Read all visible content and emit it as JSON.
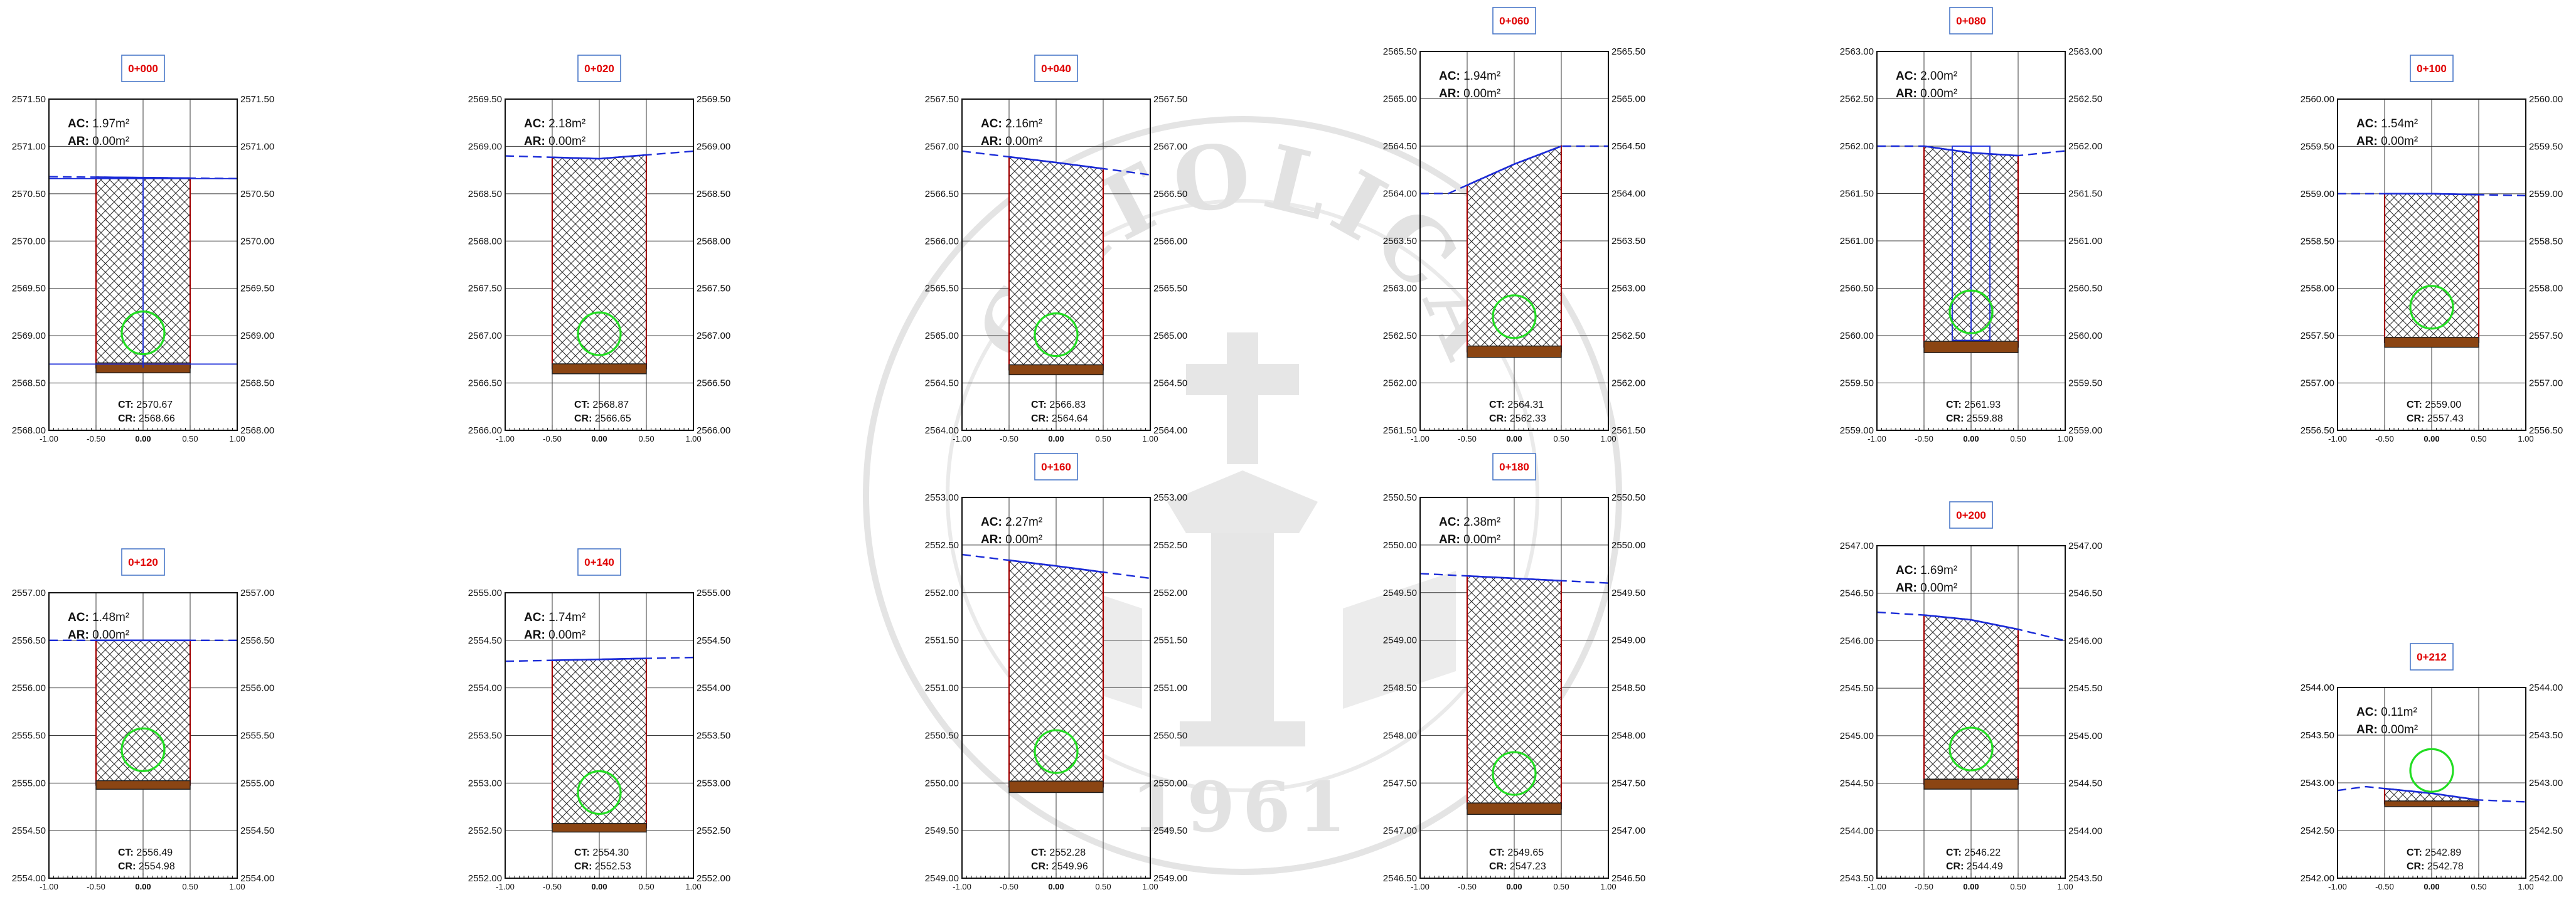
{
  "watermark": {
    "arc_text": "CATOLICA",
    "year": "1961"
  },
  "x_ticks": [
    "-1.00",
    "-0.50",
    "0.00",
    "0.50",
    "1.00"
  ],
  "chart_data": [
    {
      "type": "area",
      "station": "0+000",
      "ylim": [
        2568.0,
        2571.5
      ],
      "step": 0.5,
      "yticks": [
        "2568.00",
        "2568.50",
        "2569.00",
        "2569.50",
        "2570.00",
        "2570.50",
        "2571.00",
        "2571.50"
      ],
      "ac": "1.97m²",
      "ar": "0.00m²",
      "ct": "2570.67",
      "cr": "2568.66",
      "ground": {
        "x": [
          -1.0,
          1.0
        ],
        "y": [
          2570.68,
          2570.66
        ]
      },
      "circle_y": 2569.03,
      "blue_outline": true
    },
    {
      "type": "area",
      "station": "0+020",
      "ylim": [
        2566.0,
        2569.5
      ],
      "step": 0.5,
      "yticks": [
        "2566.00",
        "2566.50",
        "2567.00",
        "2567.50",
        "2568.00",
        "2568.50",
        "2569.00",
        "2569.50"
      ],
      "ac": "2.18m²",
      "ar": "0.00m²",
      "ct": "2568.87",
      "cr": "2566.65",
      "ground": {
        "x": [
          -1.0,
          0.0,
          1.0
        ],
        "y": [
          2568.9,
          2568.87,
          2568.95
        ]
      },
      "circle_y": 2567.02
    },
    {
      "type": "area",
      "station": "0+040",
      "ylim": [
        2564.0,
        2567.5
      ],
      "step": 0.5,
      "yticks": [
        "2564.00",
        "2564.50",
        "2565.00",
        "2565.50",
        "2566.00",
        "2566.50",
        "2567.00",
        "2567.50"
      ],
      "ac": "2.16m²",
      "ar": "0.00m²",
      "ct": "2566.83",
      "cr": "2564.64",
      "ground": {
        "x": [
          -1.0,
          0.0,
          1.0
        ],
        "y": [
          2566.95,
          2566.83,
          2566.7
        ]
      },
      "circle_y": 2565.01
    },
    {
      "type": "area",
      "station": "0+060",
      "ylim": [
        2561.5,
        2565.5
      ],
      "step": 0.5,
      "yticks": [
        "2561.50",
        "2562.00",
        "2562.50",
        "2563.00",
        "2563.50",
        "2564.00",
        "2564.50",
        "2565.00",
        "2565.50"
      ],
      "ac": "1.94m²",
      "ar": "0.00m²",
      "ct": "2564.31",
      "cr": "2562.33",
      "ground": {
        "x": [
          -1.0,
          -0.7,
          0.0,
          0.5,
          1.0
        ],
        "y": [
          2564.0,
          2564.0,
          2564.31,
          2564.5,
          2564.5
        ]
      },
      "circle_y": 2562.7
    },
    {
      "type": "area",
      "station": "0+080",
      "ylim": [
        2559.0,
        2563.0
      ],
      "step": 0.5,
      "yticks": [
        "2559.00",
        "2559.50",
        "2560.00",
        "2560.50",
        "2561.00",
        "2561.50",
        "2562.00",
        "2562.50",
        "2563.00"
      ],
      "ac": "2.00m²",
      "ar": "0.00m²",
      "ct": "2561.93",
      "cr": "2559.88",
      "ground": {
        "x": [
          -1.0,
          -0.5,
          0.0,
          0.5,
          1.0
        ],
        "y": [
          2562.0,
          2562.0,
          2561.93,
          2561.9,
          2561.95
        ]
      },
      "circle_y": 2560.25,
      "blue_rect": true
    },
    {
      "type": "area",
      "station": "0+100",
      "ylim": [
        2556.5,
        2560.0
      ],
      "step": 0.5,
      "yticks": [
        "2556.50",
        "2557.00",
        "2557.50",
        "2558.00",
        "2558.50",
        "2559.00",
        "2559.50",
        "2560.00"
      ],
      "ac": "1.54m²",
      "ar": "0.00m²",
      "ct": "2559.00",
      "cr": "2557.43",
      "ground": {
        "x": [
          -1.0,
          0.0,
          1.0
        ],
        "y": [
          2559.0,
          2559.0,
          2558.98
        ]
      },
      "circle_y": 2557.8
    },
    {
      "type": "area",
      "station": "0+120",
      "ylim": [
        2554.0,
        2557.0
      ],
      "step": 0.5,
      "yticks": [
        "2554.00",
        "2554.50",
        "2555.00",
        "2555.50",
        "2556.00",
        "2556.50",
        "2557.00"
      ],
      "ac": "1.48m²",
      "ar": "0.00m²",
      "ct": "2556.49",
      "cr": "2554.98",
      "ground": {
        "x": [
          -1.0,
          1.0
        ],
        "y": [
          2556.5,
          2556.5
        ]
      },
      "circle_y": 2555.35
    },
    {
      "type": "area",
      "station": "0+140",
      "ylim": [
        2552.0,
        2555.0
      ],
      "step": 0.5,
      "yticks": [
        "2552.00",
        "2552.50",
        "2553.00",
        "2553.50",
        "2554.00",
        "2554.50",
        "2555.00"
      ],
      "ac": "1.74m²",
      "ar": "0.00m²",
      "ct": "2554.30",
      "cr": "2552.53",
      "ground": {
        "x": [
          -1.0,
          1.0
        ],
        "y": [
          2554.28,
          2554.32
        ]
      },
      "circle_y": 2552.9
    },
    {
      "type": "area",
      "station": "0+160",
      "ylim": [
        2549.0,
        2553.0
      ],
      "step": 0.5,
      "yticks": [
        "2549.00",
        "2549.50",
        "2550.00",
        "2550.50",
        "2551.00",
        "2551.50",
        "2552.00",
        "2552.50",
        "2553.00"
      ],
      "ac": "2.27m²",
      "ar": "0.00m²",
      "ct": "2552.28",
      "cr": "2549.96",
      "ground": {
        "x": [
          -1.0,
          0.0,
          1.0
        ],
        "y": [
          2552.4,
          2552.28,
          2552.15
        ]
      },
      "circle_y": 2550.33
    },
    {
      "type": "area",
      "station": "0+180",
      "ylim": [
        2546.5,
        2550.5
      ],
      "step": 0.5,
      "yticks": [
        "2546.50",
        "2547.00",
        "2547.50",
        "2548.00",
        "2548.50",
        "2549.00",
        "2549.50",
        "2550.00",
        "2550.50"
      ],
      "ac": "2.38m²",
      "ar": "0.00m²",
      "ct": "2549.65",
      "cr": "2547.23",
      "ground": {
        "x": [
          -1.0,
          0.0,
          1.0
        ],
        "y": [
          2549.7,
          2549.65,
          2549.6
        ]
      },
      "circle_y": 2547.6
    },
    {
      "type": "area",
      "station": "0+200",
      "ylim": [
        2543.5,
        2547.0
      ],
      "step": 0.5,
      "yticks": [
        "2543.50",
        "2544.00",
        "2544.50",
        "2545.00",
        "2545.50",
        "2546.00",
        "2546.50",
        "2547.00"
      ],
      "ac": "1.69m²",
      "ar": "0.00m²",
      "ct": "2546.22",
      "cr": "2544.49",
      "ground": {
        "x": [
          -1.0,
          -0.5,
          0.0,
          0.5,
          1.0
        ],
        "y": [
          2546.3,
          2546.27,
          2546.22,
          2546.12,
          2546.0
        ]
      },
      "circle_y": 2544.86
    },
    {
      "type": "area",
      "station": "0+212",
      "ylim": [
        2542.0,
        2544.0
      ],
      "step": 0.5,
      "yticks": [
        "2542.00",
        "2542.50",
        "2543.00",
        "2543.50",
        "2544.00"
      ],
      "ac": "0.11m²",
      "ar": "0.00m²",
      "ct": "2542.89",
      "cr": "2542.78",
      "ground": {
        "x": [
          -1.0,
          -0.7,
          0.0,
          0.5,
          1.0
        ],
        "y": [
          2542.92,
          2542.96,
          2542.89,
          2542.82,
          2542.8
        ]
      },
      "circle_y": 2543.13
    }
  ]
}
